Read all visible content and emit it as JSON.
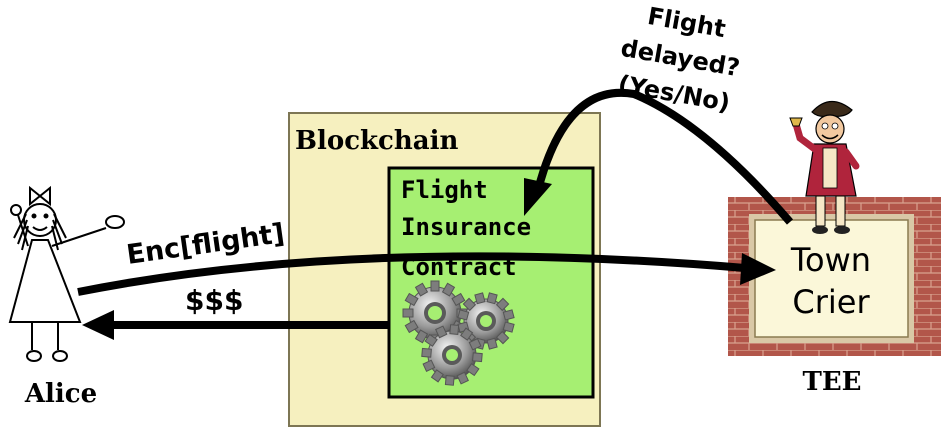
{
  "blockchain": {
    "label": "Blockchain"
  },
  "contract": {
    "line1": "Flight",
    "line2": "Insurance",
    "line3": "Contract"
  },
  "alice": {
    "label": "Alice"
  },
  "tee": {
    "label": "TEE",
    "inner_line1": "Town",
    "inner_line2": "Crier"
  },
  "arrows": {
    "request": "Enc[flight]",
    "payout": "$$$",
    "query_line1": "Flight",
    "query_line2": "delayed?",
    "query_line3": "(Yes/No)"
  },
  "colors": {
    "blockchain_fill": "#f6f0bf",
    "contract_fill": "#a6ef72",
    "brick": "#b2564a",
    "arrow": "#000000"
  },
  "icons": [
    "stick-figure-icon",
    "gears-icon",
    "town-crier-icon"
  ]
}
